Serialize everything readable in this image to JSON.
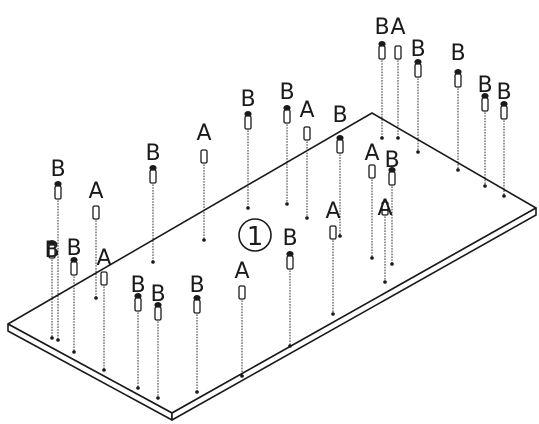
{
  "diagram": {
    "part_number": "1",
    "label_a": "A",
    "label_b": "B",
    "fasteners": [
      {
        "id": "b1",
        "type": "B"
      },
      {
        "id": "a1",
        "type": "A"
      },
      {
        "id": "b2",
        "type": "B"
      },
      {
        "id": "a2",
        "type": "B"
      },
      {
        "id": "b3",
        "type": "A"
      },
      {
        "id": "b4",
        "type": "B"
      },
      {
        "id": "b5",
        "type": "B"
      },
      {
        "id": "a3",
        "type": "A"
      },
      {
        "id": "b6",
        "type": "B"
      },
      {
        "id": "b7",
        "type": "B"
      },
      {
        "id": "a4",
        "type": "A"
      },
      {
        "id": "b8",
        "type": "B"
      },
      {
        "id": "b9",
        "type": "B"
      },
      {
        "id": "a5",
        "type": "A"
      },
      {
        "id": "b10",
        "type": "A"
      },
      {
        "id": "b11",
        "type": "B"
      },
      {
        "id": "b12",
        "type": "B"
      },
      {
        "id": "a6",
        "type": "A"
      },
      {
        "id": "b13",
        "type": "B"
      },
      {
        "id": "a7",
        "type": "A"
      },
      {
        "id": "b14",
        "type": "B"
      },
      {
        "id": "a8",
        "type": "A"
      },
      {
        "id": "b15",
        "type": "B"
      },
      {
        "id": "b16",
        "type": "B"
      },
      {
        "id": "b17",
        "type": "B"
      },
      {
        "id": "b18",
        "type": "B"
      }
    ]
  }
}
